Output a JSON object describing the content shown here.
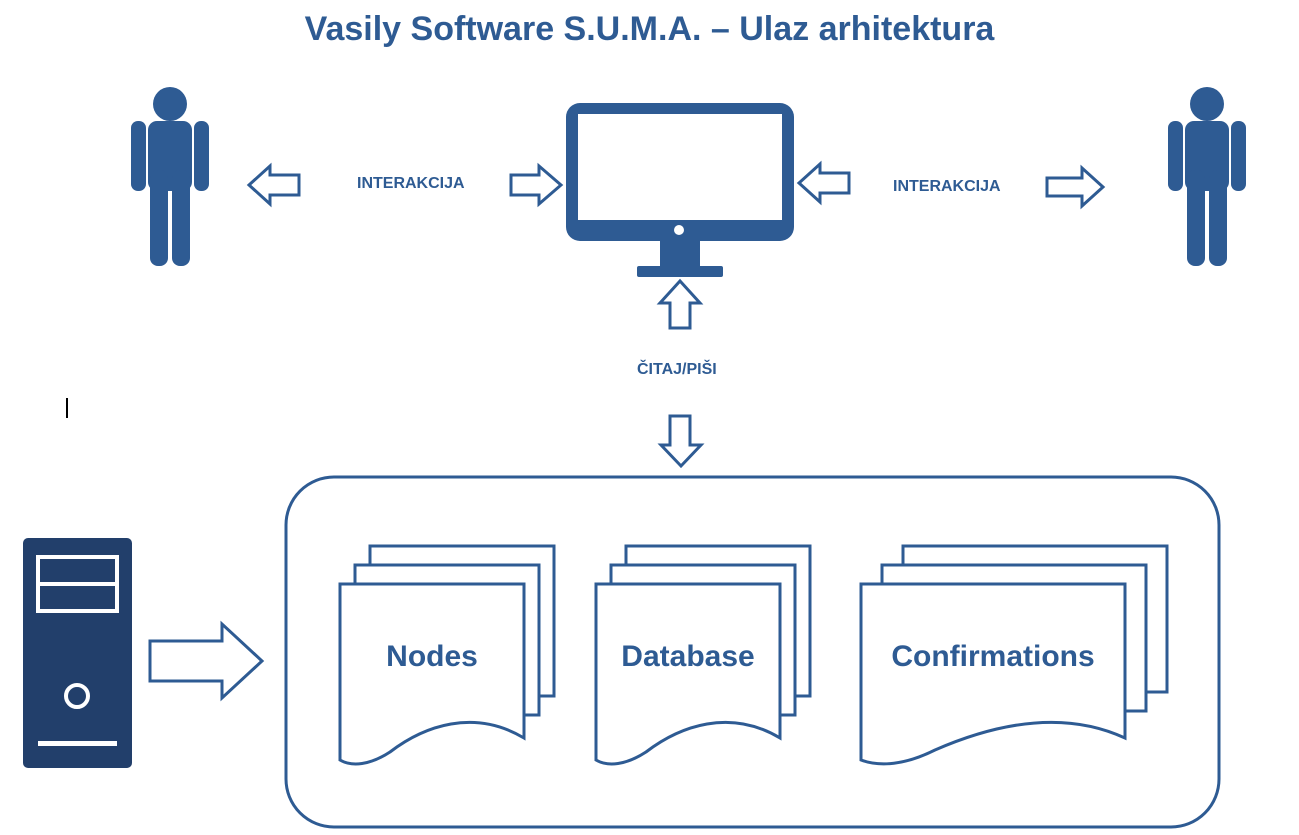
{
  "title": "Vasily Software S.U.M.A. – Ulaz arhitektura",
  "labels": {
    "left_interaction": "INTERAKCIJA",
    "right_interaction": "INTERAKCIJA",
    "read_write": "ČITAJ/PIŠI"
  },
  "documents": [
    {
      "label": "Nodes"
    },
    {
      "label": "Database"
    },
    {
      "label": "Confirmations"
    }
  ],
  "icons": [
    "user-icon",
    "monitor-icon",
    "server-icon",
    "document-stack-icon",
    "arrow-icon"
  ],
  "colors": {
    "primary": "#2e5b93",
    "server": "#223f6b",
    "background": "#ffffff"
  }
}
